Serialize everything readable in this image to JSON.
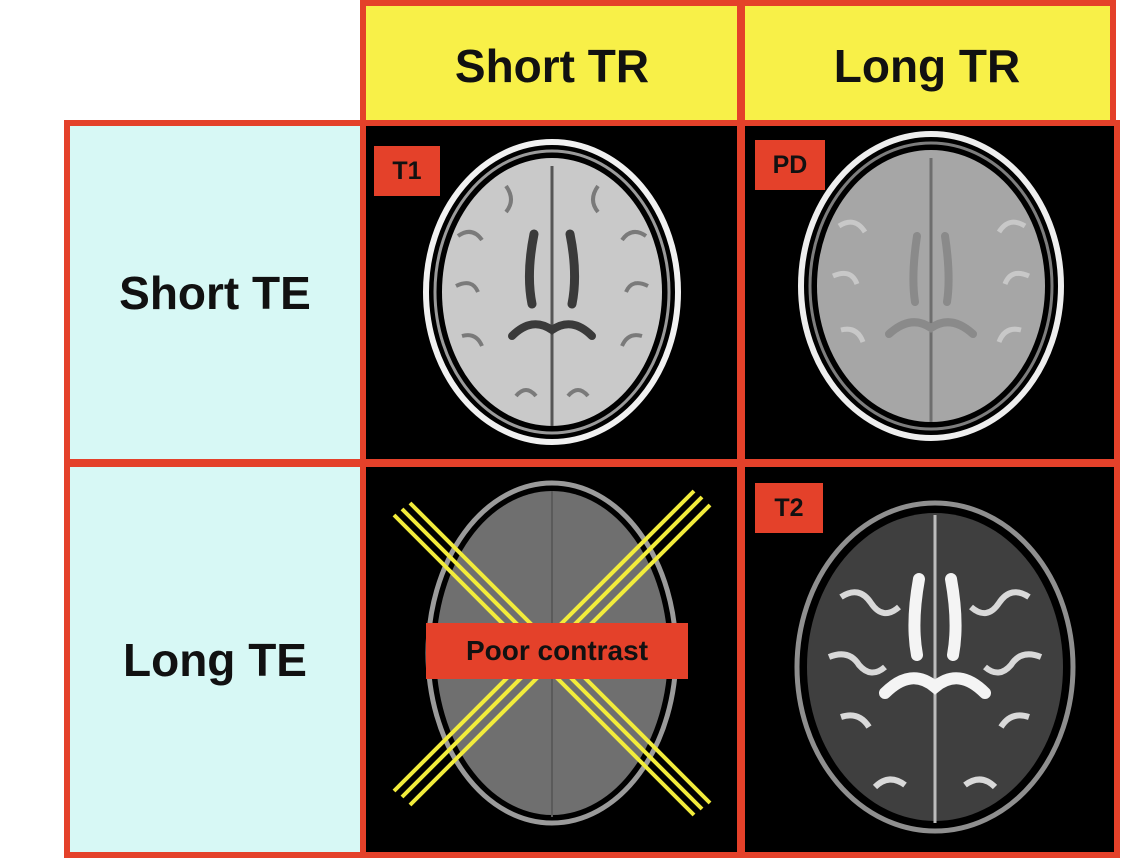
{
  "columns": [
    {
      "label": "Short TR"
    },
    {
      "label": "Long TR"
    }
  ],
  "rows": [
    {
      "label": "Short TE"
    },
    {
      "label": "Long TE"
    }
  ],
  "cells": {
    "t1": {
      "tag": "T1"
    },
    "pd": {
      "tag": "PD"
    },
    "t2": {
      "tag": "T2"
    },
    "none": {
      "note": "Poor contrast"
    }
  },
  "colors": {
    "frame": "#e4412a",
    "header_fill": "#f8f048",
    "row_label_fill": "#d7f8f5",
    "cross": "#f2ec3b",
    "image_bg": "#000000"
  }
}
